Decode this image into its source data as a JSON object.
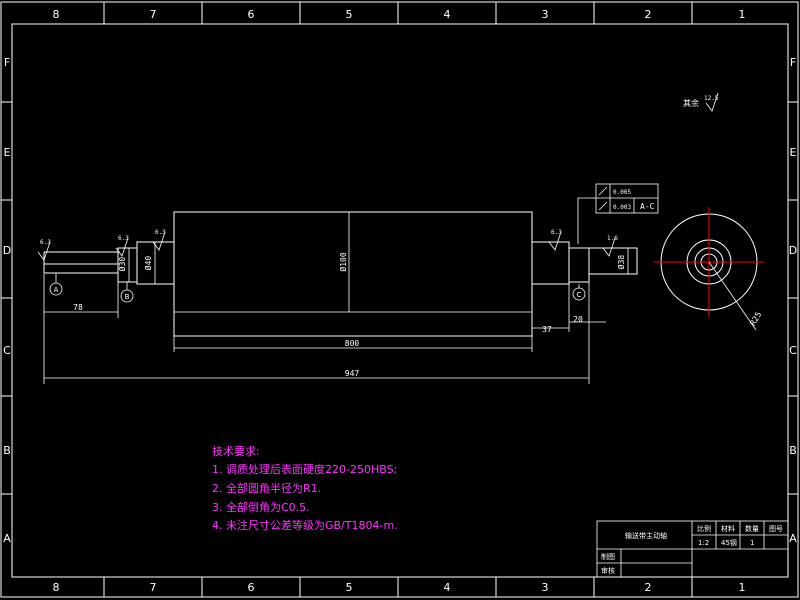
{
  "border": {
    "columns": [
      "8",
      "7",
      "6",
      "5",
      "4",
      "3",
      "2",
      "1"
    ],
    "rows": [
      "F",
      "E",
      "D",
      "C",
      "B",
      "A"
    ]
  },
  "roughness": {
    "rest": "其余",
    "rest_value": "12.5",
    "values": [
      "6.3",
      "6.3",
      "6.3",
      "6.3",
      "1.6"
    ]
  },
  "dimensions": {
    "d30": "Ø30",
    "d40_left": "Ø40",
    "d100": "Ø100",
    "d40_right": "Ø38",
    "len_left": "78",
    "len_body": "800",
    "len_total": "947",
    "len_37": "37",
    "len_20": "20",
    "r_side": "R25"
  },
  "tolerance": {
    "row1_value": "0.005",
    "row2_value": "0.003",
    "datum": "A-C"
  },
  "datums": [
    "A",
    "B",
    "C"
  ],
  "requirements": {
    "title": "技术要求:",
    "items": [
      "1. 调质处理后表面硬度220-250HBS;",
      "2. 全部圆角半径为R1.",
      "3. 全部倒角为C0.5.",
      "4. 未注尺寸公差等级为GB/T1804-m."
    ]
  },
  "title_block": {
    "part_name": "输送带主动轴",
    "col_scale": "比例",
    "col_material": "材料",
    "col_count": "数量",
    "col_drawing": "图号",
    "scale": "1:2",
    "material": "45钢",
    "count": "1",
    "drafter": "制图",
    "reviewer": "审核"
  },
  "colors": {
    "line": "#ffffff",
    "text": "#ffffff",
    "requirements": "#ff33ff",
    "center": "#ff0000"
  }
}
